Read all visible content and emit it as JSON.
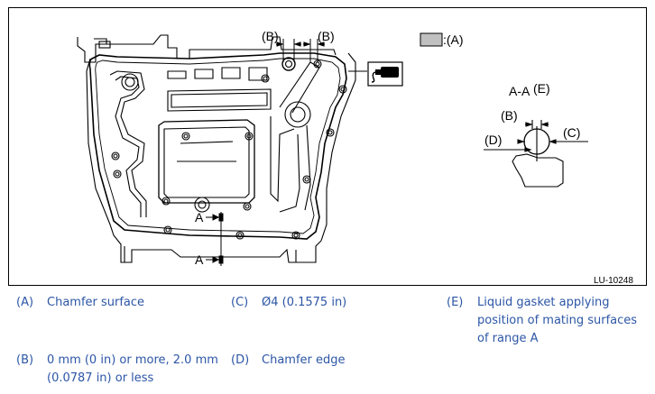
{
  "figure": {
    "figure_id": "LU-10248",
    "callouts": {
      "b_left": "(B)",
      "b_right": "(B)",
      "legend_a": ":(A)",
      "section_title": "A-A",
      "section_e": "(E)",
      "section_b": "(B)",
      "section_c": "(C)",
      "section_d": "(D)",
      "arrow_a_upper": "A",
      "arrow_a_lower": "A"
    },
    "colors": {
      "outline": "#000000",
      "hatch_fill": "#c0c0c0",
      "legend_text": "#2c56a6"
    }
  },
  "legend": [
    {
      "key": "(A)",
      "text": [
        "Chamfer surface"
      ]
    },
    {
      "key": "(B)",
      "text": [
        "0 mm (0 in) or more, 2.0 mm",
        "(0.0787 in) or less"
      ]
    },
    {
      "key": "(C)",
      "text": [
        "Ø4 (0.1575 in)"
      ]
    },
    {
      "key": "(D)",
      "text": [
        "Chamfer edge"
      ]
    },
    {
      "key": "(E)",
      "text": [
        "Liquid gasket applying",
        "position of mating surfaces",
        "of range A"
      ]
    }
  ]
}
